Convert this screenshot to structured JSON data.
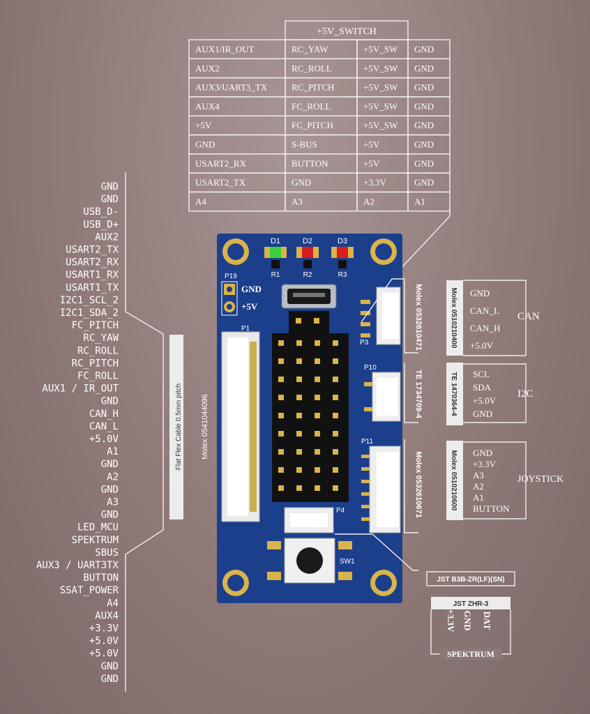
{
  "left_pins": [
    "GND",
    "GND",
    "USB_D-",
    "USB_D+",
    "AUX2",
    "USART2_TX",
    "USART2_RX",
    "USART1_RX",
    "USART1_TX",
    "I2C1_SCL_2",
    "I2C1_SDA_2",
    "FC_PITCH",
    "RC_YAW",
    "RC_ROLL",
    "RC_PITCH",
    "FC_ROLL",
    "AUX1 / IR_OUT",
    "GND",
    "CAN_H",
    "CAN_L",
    "+5.0V",
    "A1",
    "GND",
    "A2",
    "GND",
    "A3",
    "GND",
    "LED_MCU",
    "SPEKTRUM",
    "SBUS",
    "AUX3 / UART3TX",
    "BUTTON",
    "SSAT_POWER",
    "A4",
    "AUX4",
    "+3.3V",
    "+5.0V",
    "+5.0V",
    "GND",
    "GND"
  ],
  "ffc_label": "Flat Flex Cable 0.5mm pitch",
  "top_table": {
    "header": "+5V_SWITCH",
    "rows": [
      [
        "AUX1/IR_OUT",
        "RC_YAW",
        "+5V_SW",
        "GND"
      ],
      [
        "AUX2",
        "RC_ROLL",
        "+5V_SW",
        "GND"
      ],
      [
        "AUX3/UART3_TX",
        "RC_PITCH",
        "+5V_SW",
        "GND"
      ],
      [
        "AUX4",
        "FC_ROLL",
        "+5V_SW",
        "GND"
      ],
      [
        "+5V",
        "FC_PITCH",
        "+5V_SW",
        "GND"
      ],
      [
        "GND",
        "S-BUS",
        "+5V",
        "GND"
      ],
      [
        "USART2_RX",
        "BUTTON",
        "+5V",
        "GND"
      ],
      [
        "USART2_TX",
        "GND",
        "+3.3V",
        "GND"
      ],
      [
        "A4",
        "A3",
        "A2",
        "A1"
      ]
    ]
  },
  "board": {
    "leds": [
      "D1",
      "D2",
      "D3"
    ],
    "resistors": [
      "R1",
      "R2",
      "R3"
    ],
    "led_colors": [
      "#38d23c",
      "#d81e1e",
      "#d81e1e"
    ],
    "p19": "P19",
    "p19_pins": [
      "GND",
      "+5V"
    ],
    "p1": "P1",
    "p1_part": "Molex 0541044096",
    "p3": "P3",
    "p10": "P10",
    "p11": "P11",
    "p4": "P4",
    "sw1": "SW1"
  },
  "can": {
    "part": "Molex 0510210400",
    "connector": "Molex 0532610471",
    "pins": [
      "GND",
      "CAN_L",
      "CAN_H",
      "+5.0V"
    ],
    "title": "CAN"
  },
  "i2c": {
    "part": "TE 1470364-4",
    "connector": "TE 1734709-4",
    "pins": [
      "SCL",
      "SDA",
      "+5.0V",
      "GND"
    ],
    "title": "I2C"
  },
  "joystick": {
    "part": "Molex 0510210600",
    "connector": "Molex 0532610671",
    "pins": [
      "GND",
      "+3.3V",
      "A3",
      "A2",
      "A1",
      "BUTTON"
    ],
    "title": "JOYSTICK"
  },
  "jst_p4": {
    "label": "JST B3B-ZR(LF)(SN)"
  },
  "spektrum": {
    "label": "JST ZHR-3",
    "pins": [
      "+3.3V",
      "GND",
      "DAT"
    ],
    "title": "SPEKTRUM"
  },
  "colors": {
    "board": "#1c3f8c",
    "pad": "#d9b44a",
    "background": "#958180",
    "line": "#f2eeee"
  }
}
